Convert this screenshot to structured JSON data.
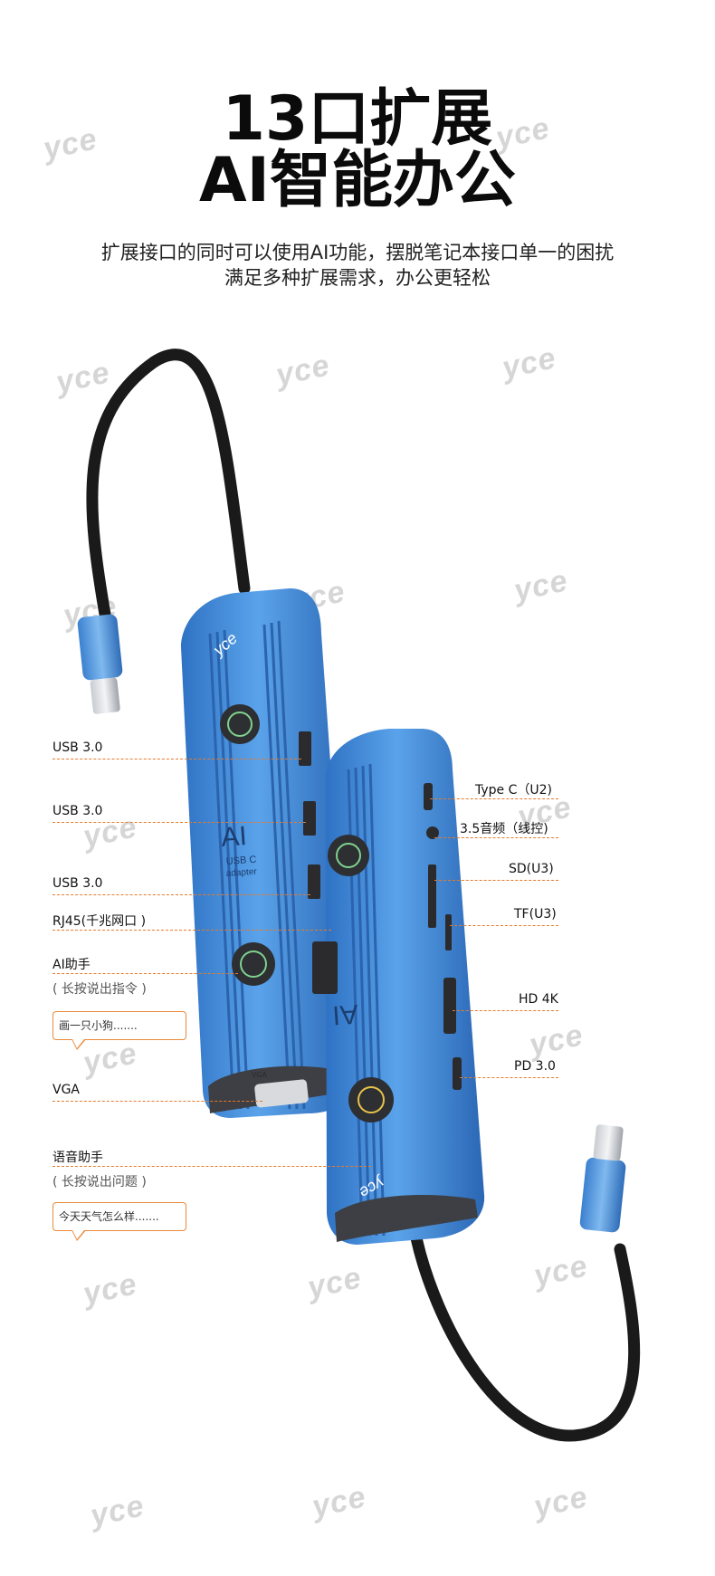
{
  "header": {
    "title_line1": "13口扩展",
    "title_line2": "AI智能办公",
    "subtitle_line1": "扩展接口的同时可以使用AI功能，摆脱笔记本接口单一的困扰",
    "subtitle_line2": "满足多种扩展需求，办公更轻松"
  },
  "watermark": "yce",
  "device": {
    "brand": "yce",
    "ai_text": "AI",
    "usb_c_text": "USB C",
    "adapter_text": "adapter",
    "vga_text": "VGA",
    "color": "#3f88d6",
    "cable_color": "#1a1a1a"
  },
  "left_labels": {
    "usb1": "USB 3.0",
    "usb2": "USB 3.0",
    "usb3": "USB 3.0",
    "rj45": "RJ45(千兆网口 )",
    "ai_assistant": "AI助手",
    "ai_hint": "( 长按说出指令 )",
    "ai_bubble": "画一只小狗.......",
    "vga": "VGA",
    "voice_assistant": "语音助手",
    "voice_hint": "( 长按说出问题 )",
    "voice_bubble": "今天天气怎么样......."
  },
  "right_labels": {
    "typec": "Type C（U2)",
    "audio": "3.5音频（线控)",
    "sd": "SD(U3)",
    "tf": "TF(U3)",
    "hd": "HD 4K",
    "pd": "PD 3.0"
  },
  "accent_color": "#e87a2a"
}
